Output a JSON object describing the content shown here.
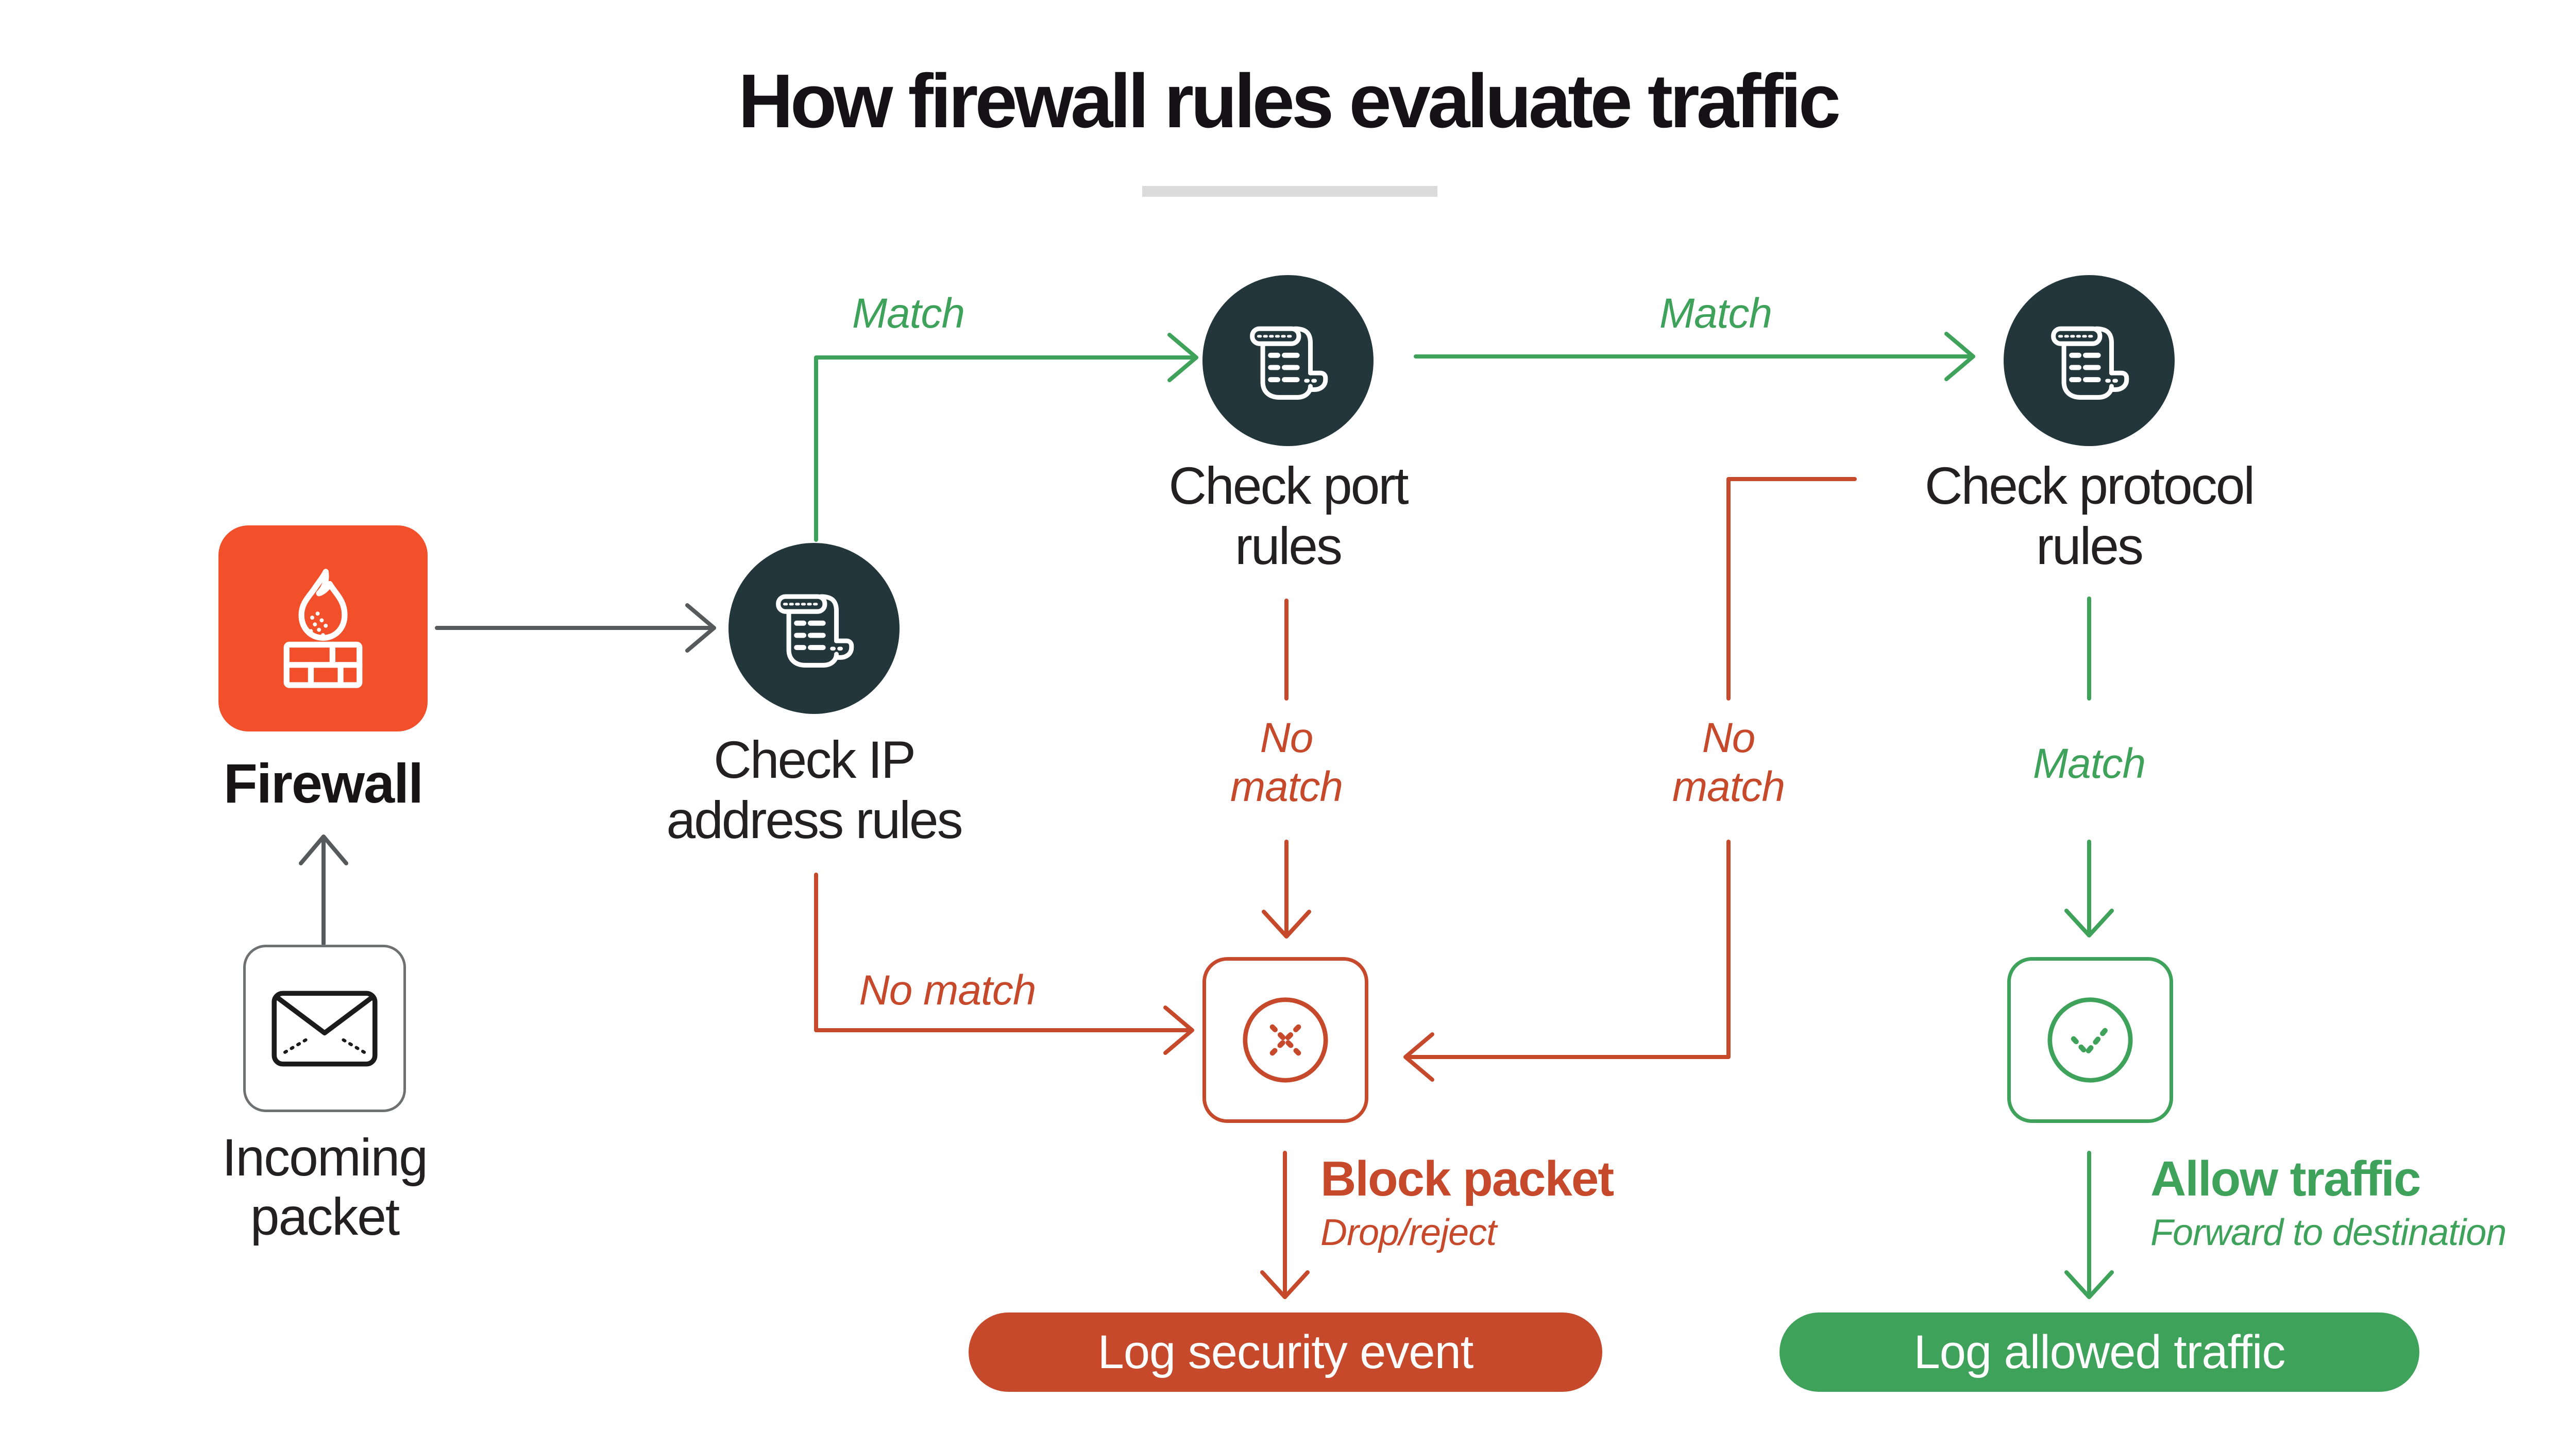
{
  "title": "How firewall rules evaluate traffic",
  "colors": {
    "green": "#3FA25A",
    "red": "#C6492B",
    "orange": "#F2502B",
    "navy": "#22363C",
    "gray": "#58595B",
    "divider": "#DBDBDB",
    "text": "#232021",
    "white": "#FFFFFF"
  },
  "flow": {
    "firewall": {
      "label": "Firewall",
      "icon": "flame-brick-firewall-icon"
    },
    "incoming_packet": {
      "line1": "Incoming",
      "line2": "packet",
      "icon": "envelope-icon"
    },
    "check_ip": {
      "line1": "Check IP",
      "line2": "address rules",
      "icon": "rules-scroll-icon"
    },
    "check_port": {
      "line1": "Check port",
      "line2": "rules",
      "icon": "rules-scroll-icon"
    },
    "check_protocol": {
      "line1": "Check protocol",
      "line2": "rules",
      "icon": "rules-scroll-icon"
    },
    "block": {
      "heading": "Block packet",
      "subheading": "Drop/reject",
      "icon": "blocked-x-icon",
      "log_label": "Log security event"
    },
    "allow": {
      "heading": "Allow traffic",
      "subheading": "Forward to destination",
      "icon": "allowed-check-icon",
      "log_label": "Log allowed traffic"
    }
  },
  "edges": {
    "ip_match": "Match",
    "port_match": "Match",
    "protocol_match": "Match",
    "ip_no_match": "No match",
    "port_no_match_line1": "No",
    "port_no_match_line2": "match",
    "protocol_no_match_line1": "No",
    "protocol_no_match_line2": "match"
  }
}
